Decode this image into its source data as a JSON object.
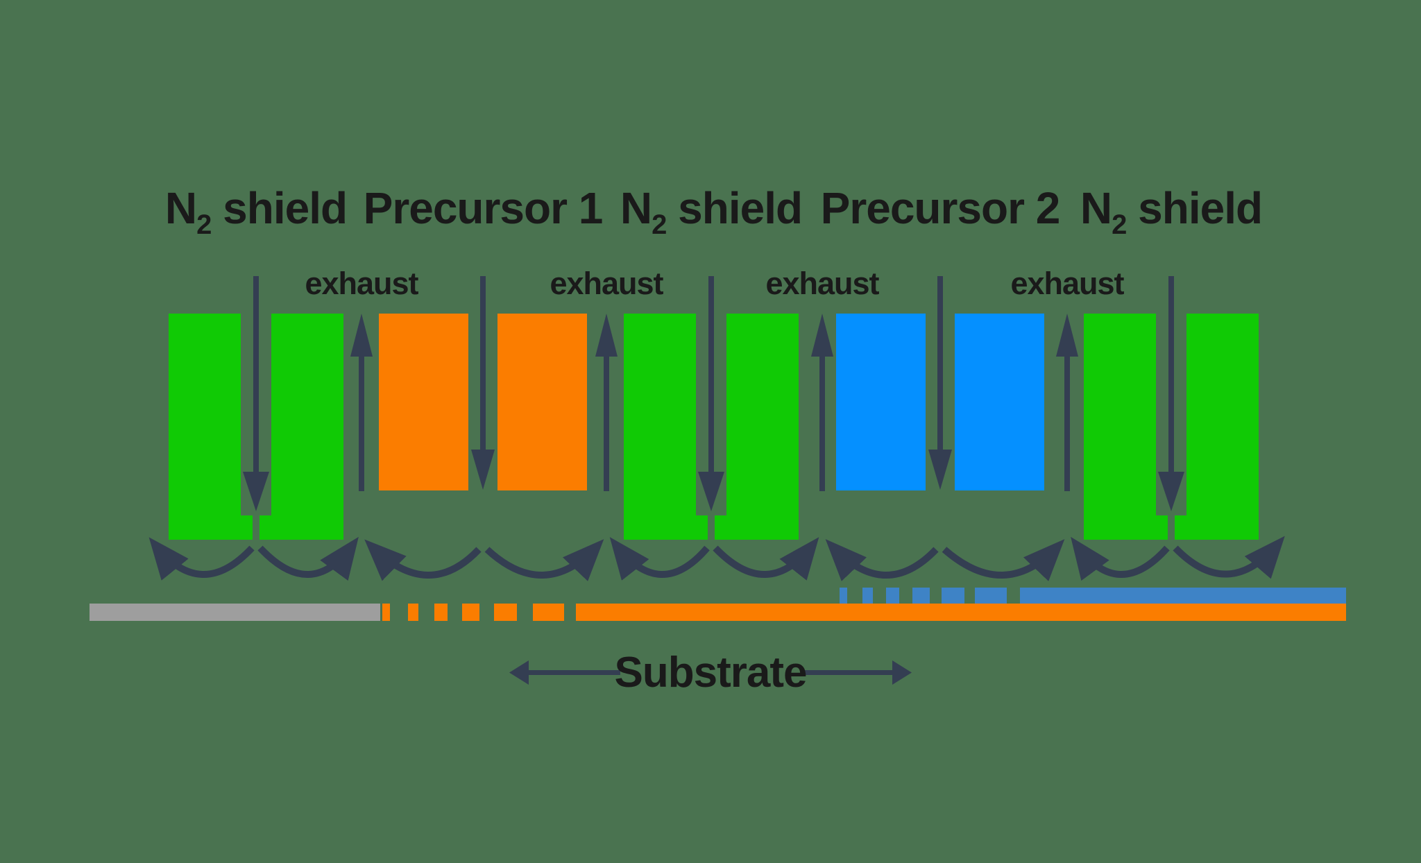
{
  "palette": {
    "background": "#4a7350",
    "n2_block": "#10ca05",
    "precursor1_block": "#fb7d00",
    "precursor2_block": "#0590ff",
    "arrow": "#343e52",
    "label_text": "#1a1a1a",
    "substrate_bare": "#9e9e9e",
    "film1": "#fb7d00",
    "film2": "#3e83c6"
  },
  "zones": [
    {
      "main": "N",
      "sub": "2",
      "rest": " shield"
    },
    {
      "main": "Precursor 1",
      "sub": "",
      "rest": ""
    },
    {
      "main": "N",
      "sub": "2",
      "rest": " shield"
    },
    {
      "main": "Precursor 2",
      "sub": "",
      "rest": ""
    },
    {
      "main": "N",
      "sub": "2",
      "rest": " shield"
    }
  ],
  "exhaust_labels": [
    "exhaust",
    "exhaust",
    "exhaust",
    "exhaust"
  ],
  "substrate_label": "Substrate"
}
